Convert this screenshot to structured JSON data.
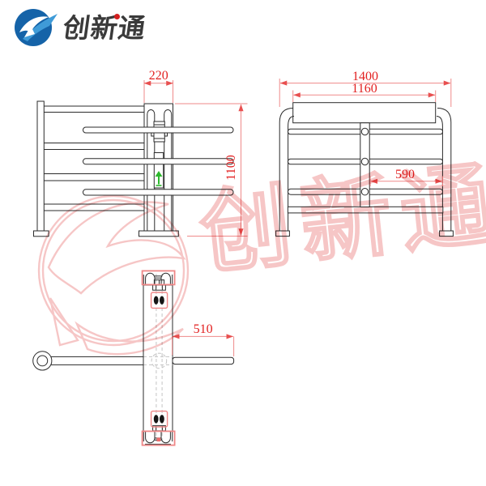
{
  "logo": {
    "text": "创新通"
  },
  "watermark": {
    "text": "创新通"
  },
  "views": {
    "front": {
      "label": "front-view",
      "width_dim": "220",
      "height_dim": "1100"
    },
    "side": {
      "label": "side-view",
      "overall_width_dim": "1400",
      "top_panel_dim": "1160",
      "rail_length_dim": "590"
    },
    "plan": {
      "label": "plan-view",
      "arm_length_dim": "510"
    }
  },
  "icons": {
    "logo_icon": "globe-swoosh-arrow-icon",
    "direction_indicator": "green-up-arrow-icon",
    "sensor": "infrared-sensor-icon"
  },
  "colors": {
    "brand_blue": "#1563a8",
    "brand_light_blue": "#3f9bd8",
    "logo_text": "#3a3a3a",
    "drawing_line": "#2b2b2b",
    "dimension_text": "#e22020",
    "dimension_line": "#ef8a8a",
    "highlight_red": "#ef8787",
    "watermark_red": "#f0a0a0",
    "indicator_green": "#2db82d"
  }
}
